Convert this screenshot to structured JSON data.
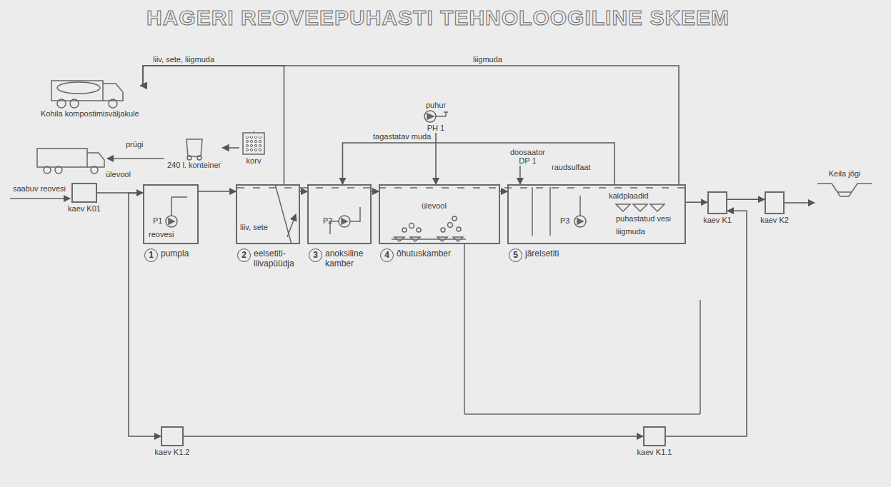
{
  "diagram": {
    "title": "HAGERI REOVEEPUHASTI TEHNOLOOGILINE SKEEM",
    "nodes": [
      {
        "text": [
          "Kohila kompostimisväljakule"
        ]
      },
      {
        "text": [
          "240 l. konteiner"
        ]
      },
      {
        "text": [
          "korv"
        ]
      },
      {
        "text": [
          "kaev K01"
        ]
      },
      {
        "text": [
          "1",
          "pumpla"
        ]
      },
      {
        "text": [
          "2",
          "eelsetiti- liivapüüdja"
        ]
      },
      {
        "text": [
          "3",
          "anoksiline kamber"
        ]
      },
      {
        "text": [
          "4",
          "õhutuskamber"
        ]
      },
      {
        "text": [
          "5",
          "järelsetiti"
        ]
      },
      {
        "text": [
          "puhur",
          "PH 1"
        ]
      },
      {
        "text": [
          "doosaator",
          "DP 1"
        ]
      },
      {
        "text": [
          "kaev K1"
        ]
      },
      {
        "text": [
          "kaev K2"
        ]
      },
      {
        "text": [
          "Keila jõgi"
        ]
      },
      {
        "text": [
          "kaev K1.2"
        ]
      },
      {
        "text": [
          "kaev K1.1"
        ]
      }
    ],
    "edges": [
      {
        "from": 3,
        "to": 4,
        "arrow": "to"
      },
      {
        "from": 4,
        "to": 5,
        "arrow": "to"
      },
      {
        "from": 5,
        "to": 6,
        "arrow": "to"
      },
      {
        "from": 6,
        "to": 7,
        "arrow": "to"
      },
      {
        "from": 7,
        "to": 8,
        "arrow": "to"
      },
      {
        "from": 8,
        "to": 11,
        "arrow": "to"
      },
      {
        "from": 11,
        "to": 12,
        "arrow": "to"
      },
      {
        "from": 12,
        "to": 13,
        "arrow": "to"
      },
      {
        "from": 4,
        "to": 14,
        "label": "ülevool",
        "arrow": "to"
      },
      {
        "from": 14,
        "to": 15,
        "arrow": "to"
      },
      {
        "from": 15,
        "to": 11,
        "arrow": "to"
      },
      {
        "from": 5,
        "to": 0,
        "label": "liiv, sete, liigmuda",
        "arrow": "to"
      },
      {
        "from": 8,
        "to": 0,
        "label": "liigmuda",
        "arrow": "to"
      },
      {
        "from": 8,
        "to": 6,
        "label": "tagastatav muda",
        "arrow": "to"
      },
      {
        "from": 9,
        "to": 7,
        "arrow": "to"
      },
      {
        "from": 10,
        "to": 8,
        "arrow": "to"
      },
      {
        "from": 2,
        "to": 1,
        "arrow": "to"
      }
    ],
    "labels": [
      "saabuv reovesi",
      "P1",
      "reovesi",
      "liiv, sete",
      "P2",
      "ülevool",
      "P3",
      "raudsulfaat",
      "kaldplaadid",
      "puhastatud vesi",
      "liigmuda",
      "prügi"
    ]
  }
}
